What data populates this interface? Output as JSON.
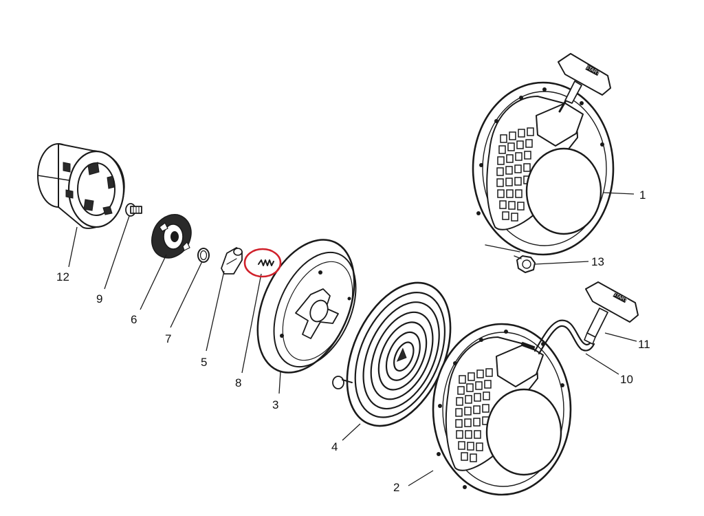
{
  "diagram": {
    "parts": [
      {
        "id": "1",
        "label": "1"
      },
      {
        "id": "2",
        "label": "2"
      },
      {
        "id": "3",
        "label": "3"
      },
      {
        "id": "4",
        "label": "4"
      },
      {
        "id": "5",
        "label": "5"
      },
      {
        "id": "6",
        "label": "6"
      },
      {
        "id": "7",
        "label": "7"
      },
      {
        "id": "8",
        "label": "8"
      },
      {
        "id": "9",
        "label": "9"
      },
      {
        "id": "10",
        "label": "10"
      },
      {
        "id": "11",
        "label": "11"
      },
      {
        "id": "12",
        "label": "12"
      },
      {
        "id": "13",
        "label": "13"
      }
    ],
    "handle_text": "START",
    "highlighted_part": "8",
    "colors": {
      "line": "#1a1a1a",
      "highlight": "#d0202a",
      "background": "#ffffff"
    }
  }
}
